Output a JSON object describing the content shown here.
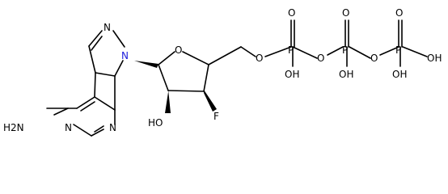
{
  "atoms": {
    "amino": "H2N",
    "n7": "N",
    "n9": "N",
    "n1": "N",
    "n3": "N",
    "ring_o": "O",
    "ho_2": "HO",
    "f_3": "F",
    "o_5": "O",
    "p_alpha": "P",
    "o_alpha_top": "O",
    "oh_alpha": "OH",
    "o_bridge_1": "O",
    "p_beta": "P",
    "o_beta_top": "O",
    "oh_beta": "OH",
    "o_bridge_2": "O",
    "p_gamma": "P",
    "o_gamma_top": "O",
    "oh_gamma_bottom": "OH",
    "oh_gamma_right": "OH"
  }
}
